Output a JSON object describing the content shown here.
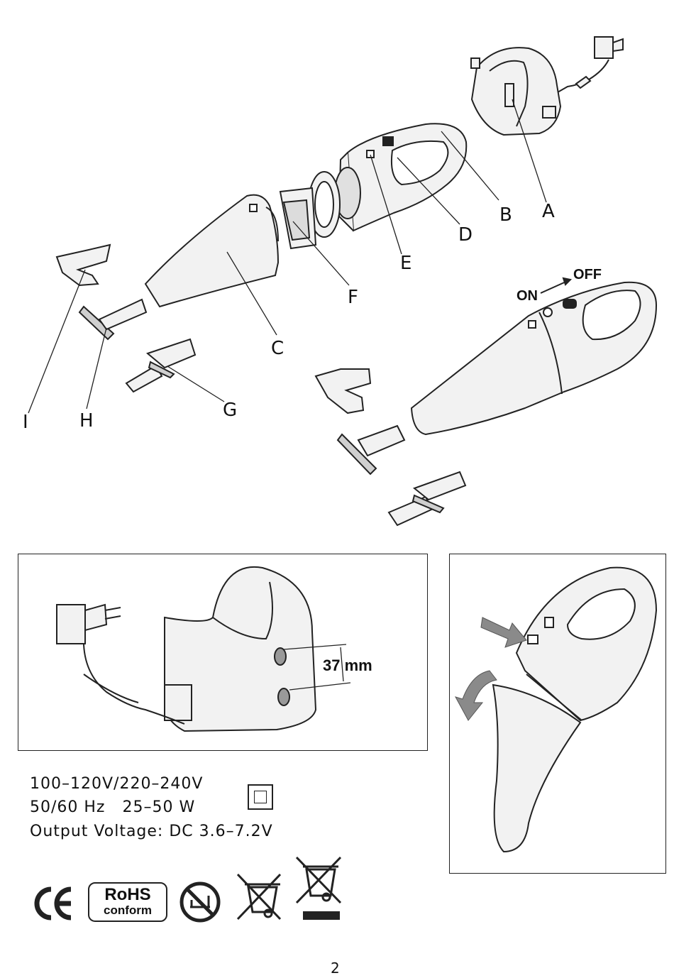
{
  "parts": {
    "A": "A",
    "B": "B",
    "C": "C",
    "D": "D",
    "E": "E",
    "F": "F",
    "G": "G",
    "H": "H",
    "I": "I"
  },
  "switch": {
    "on": "ON",
    "off": "OFF"
  },
  "mount": {
    "distance": "37",
    "unit": "mm"
  },
  "specs": {
    "line1": "100–120V/220–240V",
    "line2": "50/60 Hz   25–50 W",
    "line3": "Output Voltage: DC 3.6–7.2V"
  },
  "rohs": {
    "line1": "RoHS",
    "line2": "conform"
  },
  "page_number": "2",
  "colors": {
    "line": "#222222",
    "fill": "#f2f2f2",
    "shade": "#cfcfcf",
    "arrow": "#8a8a8a"
  },
  "icons": [
    "ce-mark",
    "rohs-badge",
    "no-steam-symbol",
    "weee-bin-icon",
    "weee-bin-bar-icon",
    "class-ii-double-square"
  ]
}
